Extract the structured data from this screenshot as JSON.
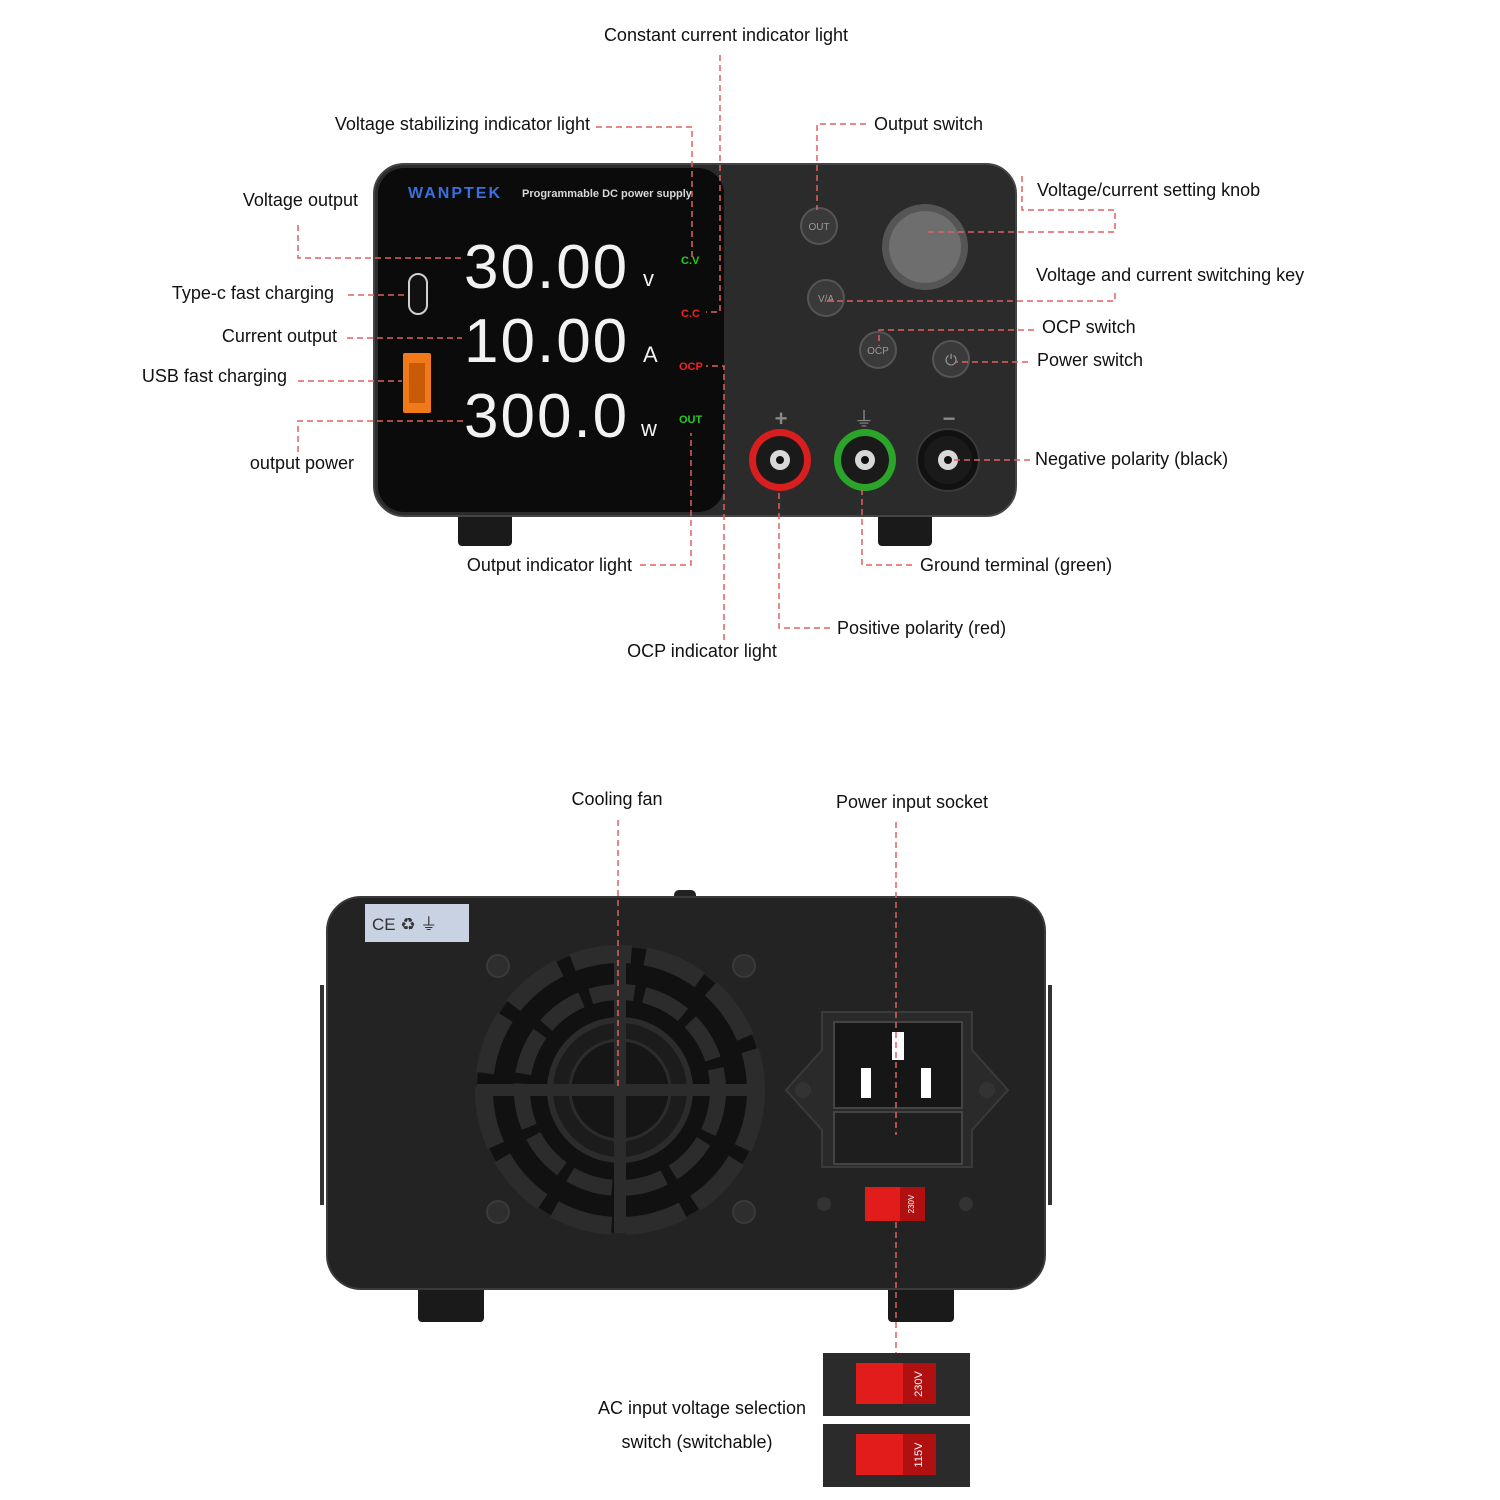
{
  "front": {
    "brand": "WANPTEK",
    "subtitle": "Programmable DC power supply",
    "readouts": {
      "voltage": {
        "value": "30.00",
        "unit": "v"
      },
      "current": {
        "value": "10.00",
        "unit": "A"
      },
      "power": {
        "value": "300.0",
        "unit": "w"
      }
    },
    "indicators": {
      "cv": "C.V",
      "cc": "C.C",
      "ocp": "OCP",
      "out": "OUT"
    },
    "buttons": {
      "out": "OUT",
      "va": "V/A",
      "ocp": "OCP",
      "power": "⏻"
    },
    "terminal_signs": {
      "positive": "+",
      "ground": "⏚",
      "negative": "−"
    }
  },
  "callouts_front": {
    "cc_light": "Constant current indicator light",
    "cv_light": "Voltage stabilizing indicator light",
    "output_switch": "Output switch",
    "voltage_output": "Voltage output",
    "knob": "Voltage/current setting knob",
    "va_key": "Voltage and current switching key",
    "typec": "Type-c fast charging",
    "current_output": "Current output",
    "ocp_switch": "OCP switch",
    "power_switch": "Power switch",
    "usb": "USB fast charging",
    "output_power": "output power",
    "negative": "Negative polarity (black)",
    "output_light": "Output indicator light",
    "ground": "Ground terminal (green)",
    "positive": "Positive polarity (red)",
    "ocp_light": "OCP indicator light"
  },
  "rear": {
    "cert_marks": "CE  ♻  ⏚",
    "switch_label": "230V",
    "switch_options": [
      "230V",
      "115V"
    ]
  },
  "callouts_rear": {
    "fan": "Cooling fan",
    "socket": "Power input socket",
    "ac_switch_line1": "AC input voltage selection",
    "ac_switch_line2": "switch (switchable)"
  },
  "colors": {
    "leader": "#e06060",
    "panel": "#2b2b2b",
    "display": "#0b0b0b",
    "positive": "#d81f1f",
    "ground": "#2aa52a",
    "usb": "#f07a1a",
    "indicator_green": "#22cc22",
    "indicator_red": "#ee2222",
    "brand": "#3a6fe0"
  }
}
